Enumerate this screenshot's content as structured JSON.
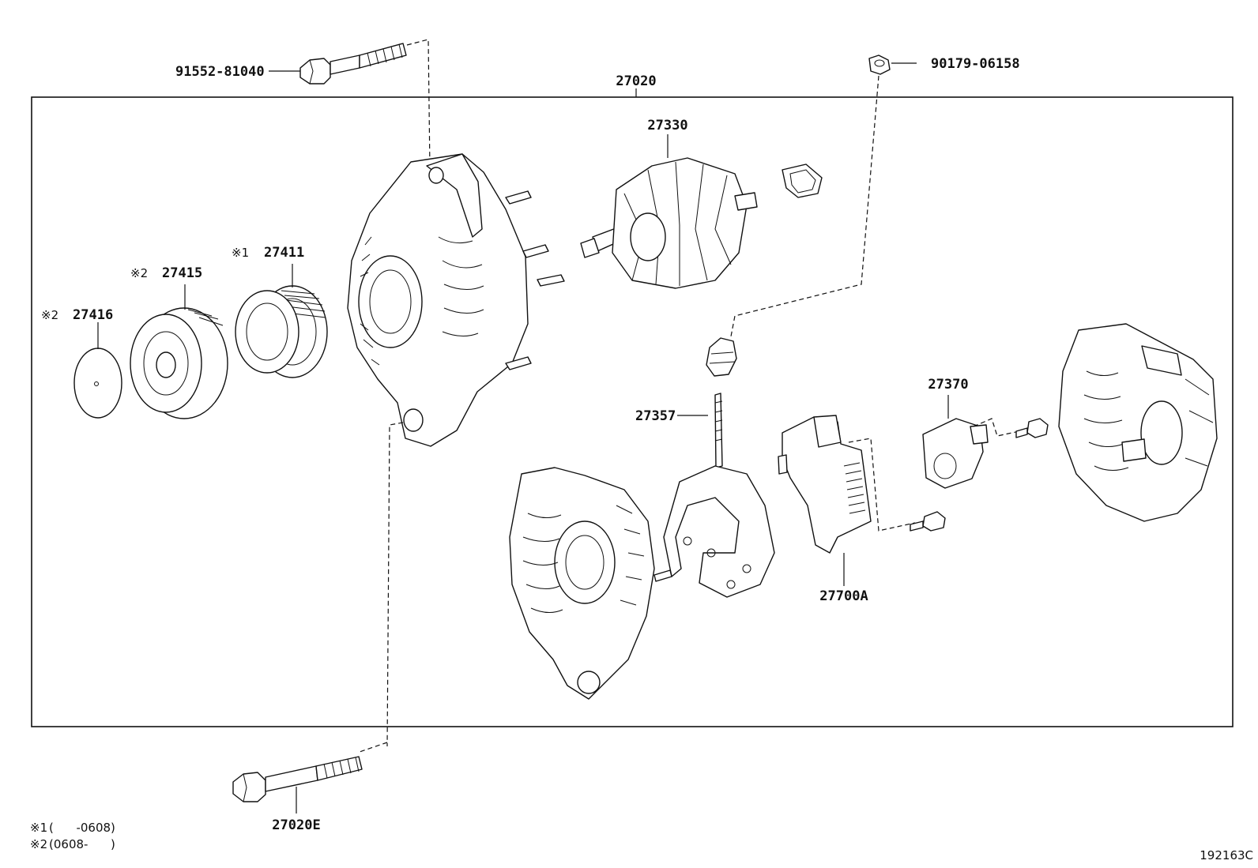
{
  "assembly_label": "27020",
  "labels": {
    "bolt_top": "91552-81040",
    "nut_top": "90179-06158",
    "rotor": "27330",
    "clutch_pulley": "27411",
    "pulley": "27415",
    "pulley_cap": "27416",
    "terminal_insulator": "27357",
    "brush_holder": "27370",
    "regulator": "27700A",
    "bolt_bottom": "27020E"
  },
  "marks": {
    "clutch_pulley": "※1",
    "pulley": "※2",
    "pulley_cap": "※2"
  },
  "footnotes": [
    {
      "mark": "※1",
      "text": "(      -0608)"
    },
    {
      "mark": "※2",
      "text": "(0608-      )"
    }
  ],
  "figure_code": "192163C"
}
